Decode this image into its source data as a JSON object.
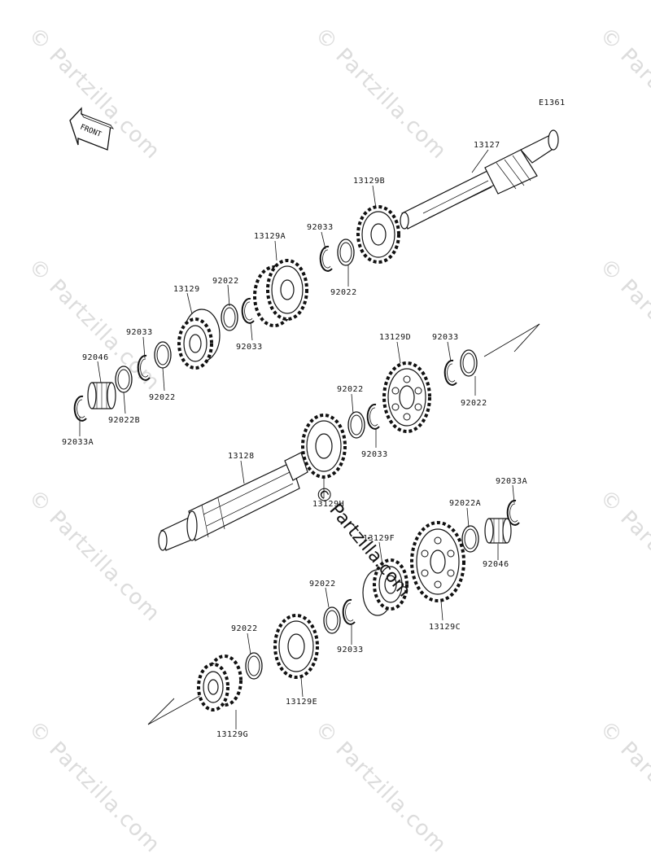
{
  "watermark": "© Partzilla.com",
  "center_watermark": "© Partzilla.com",
  "diagram_code": "E1361",
  "front_label": "FRONT",
  "labels": {
    "p13127": "13127",
    "p13129B": "13129B",
    "p92033_top": "92033",
    "p13129A": "13129A",
    "p92022_top": "92022",
    "p13129": "13129",
    "p92022_a": "92022",
    "p92033_a": "92033",
    "p92033_b": "92033",
    "p92046_top": "92046",
    "p92022_b": "92022",
    "p92022B": "92022B",
    "p92033A_left": "92033A",
    "p13129D": "13129D",
    "p92033_c": "92033",
    "p92022_c": "92022",
    "p92022_d": "92022",
    "p92033_d": "92033",
    "p13128": "13128",
    "p13129H": "13129H",
    "p92033A_right": "92033A",
    "p92022A": "92022A",
    "p13129F": "13129F",
    "p92046_bot": "92046",
    "p92022_e": "92022",
    "p13129C": "13129C",
    "p92033_e": "92033",
    "p92022_f": "92022",
    "p13129E": "13129E",
    "p13129G": "13129G"
  }
}
